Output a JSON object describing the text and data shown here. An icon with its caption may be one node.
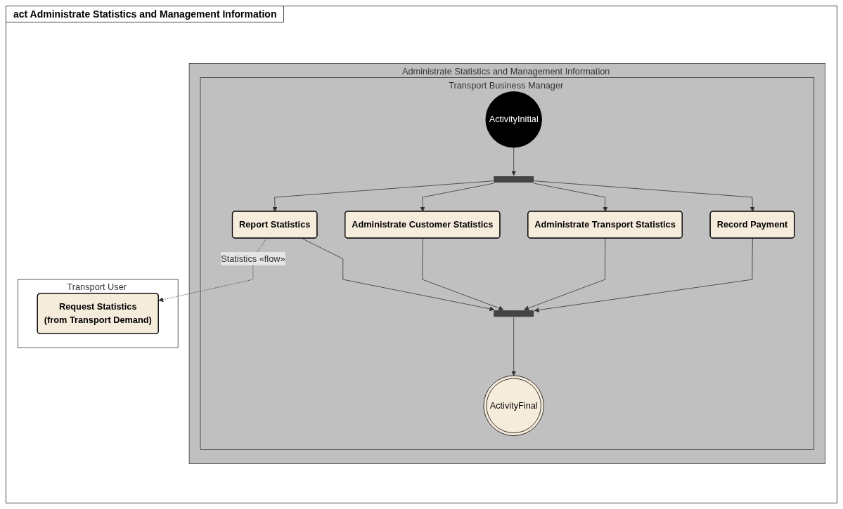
{
  "diagram": {
    "title": "act Administrate Statistics and Management Information",
    "nodes": [
      {
        "text": [
          "Administrate Statistics and Management Information"
        ]
      },
      {
        "text": [
          "Transport Business Manager"
        ],
        "in": 0
      },
      {
        "text": [
          "Transport User"
        ]
      },
      {
        "text": [
          "ActivityInitial"
        ],
        "in": 1
      },
      {
        "text": [],
        "shape": "bar",
        "in": 1
      },
      {
        "text": [
          "Record Payment"
        ],
        "in": 1
      },
      {
        "text": [
          "Administrate Transport Statistics"
        ],
        "in": 1
      },
      {
        "text": [
          "Administrate Customer Statistics"
        ],
        "in": 1
      },
      {
        "text": [
          "Report Statistics"
        ],
        "in": 1
      },
      {
        "text": [
          "Request Statistics",
          "(from Transport Demand)"
        ],
        "in": 2
      },
      {
        "text": [],
        "shape": "bar",
        "in": 1
      },
      {
        "text": [
          "ActivityFinal"
        ],
        "in": 1
      }
    ],
    "edges": [
      {
        "from": 3,
        "to": 4,
        "arrow": "to"
      },
      {
        "from": 4,
        "to": 5,
        "arrow": "to"
      },
      {
        "from": 4,
        "to": 6,
        "arrow": "to"
      },
      {
        "from": 4,
        "to": 7,
        "arrow": "to"
      },
      {
        "from": 4,
        "to": 8,
        "arrow": "to"
      },
      {
        "from": 5,
        "to": 10,
        "arrow": "to"
      },
      {
        "from": 6,
        "to": 10,
        "arrow": "to"
      },
      {
        "from": 7,
        "to": 10,
        "arrow": "to"
      },
      {
        "from": 8,
        "to": 10,
        "arrow": "to"
      },
      {
        "from": 10,
        "to": 11,
        "arrow": "to"
      },
      {
        "from": 8,
        "to": 9,
        "arrow": "to",
        "label": "Statistics «flow»",
        "style": "dashed"
      }
    ]
  }
}
